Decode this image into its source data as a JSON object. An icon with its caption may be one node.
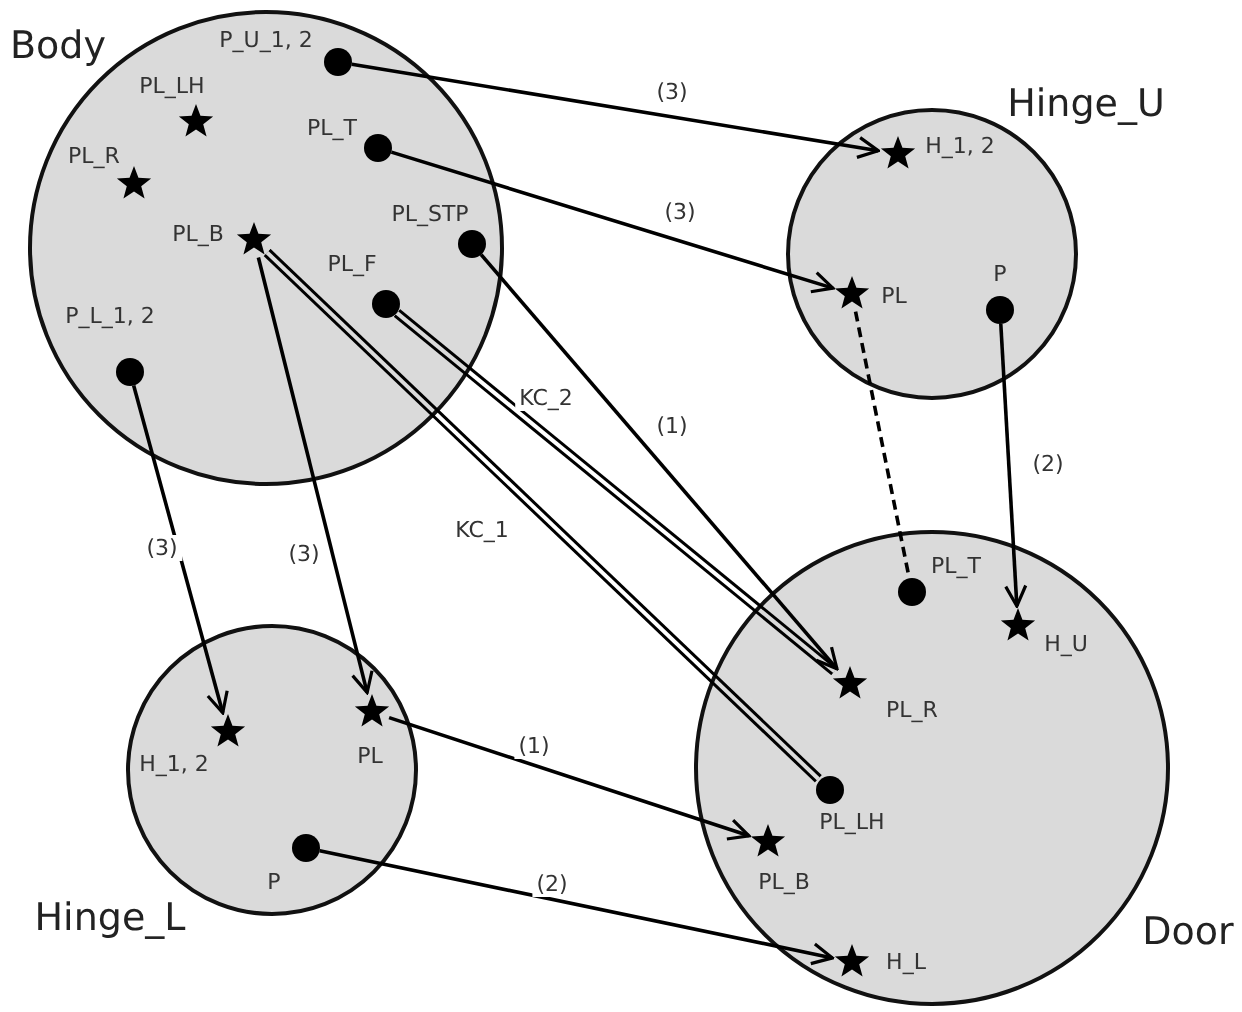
{
  "diagram": {
    "nodes": [
      {
        "text": [
          "Body"
        ]
      },
      {
        "text": [],
        "shape": "circle",
        "in": 0,
        "beside": [
          "P_U_1, 2"
        ]
      },
      {
        "text": [],
        "shape": "star",
        "in": 0,
        "beside": [
          "PL_LH"
        ]
      },
      {
        "text": [],
        "shape": "circle",
        "in": 0,
        "beside": [
          "PL_T"
        ]
      },
      {
        "text": [],
        "shape": "star",
        "in": 0,
        "beside": [
          "PL_R"
        ]
      },
      {
        "text": [],
        "shape": "star",
        "in": 0,
        "beside": [
          "PL_B"
        ]
      },
      {
        "text": [],
        "shape": "circle",
        "in": 0,
        "beside": [
          "PL_STP"
        ]
      },
      {
        "text": [],
        "shape": "circle",
        "in": 0,
        "beside": [
          "PL_F"
        ]
      },
      {
        "text": [],
        "shape": "circle",
        "in": 0,
        "beside": [
          "P_L_1, 2"
        ]
      },
      {
        "text": [
          "Hinge_U"
        ]
      },
      {
        "text": [],
        "shape": "star",
        "in": 9,
        "beside": [
          "H_1, 2"
        ]
      },
      {
        "text": [],
        "shape": "star",
        "in": 9,
        "beside": [
          "PL"
        ]
      },
      {
        "text": [],
        "shape": "circle",
        "in": 9,
        "beside": [
          "P"
        ]
      },
      {
        "text": [
          "Hinge_L"
        ]
      },
      {
        "text": [],
        "shape": "star",
        "in": 13,
        "beside": [
          "H_1, 2"
        ]
      },
      {
        "text": [],
        "shape": "star",
        "in": 13,
        "beside": [
          "PL"
        ]
      },
      {
        "text": [],
        "shape": "circle",
        "in": 13,
        "beside": [
          "P"
        ]
      },
      {
        "text": [
          "Door"
        ]
      },
      {
        "text": [],
        "shape": "circle",
        "in": 17,
        "beside": [
          "PL_T"
        ]
      },
      {
        "text": [],
        "shape": "star",
        "in": 17,
        "beside": [
          "H_U"
        ]
      },
      {
        "text": [],
        "shape": "star",
        "in": 17,
        "beside": [
          "PL_R"
        ]
      },
      {
        "text": [],
        "shape": "circle",
        "in": 17,
        "beside": [
          "PL_LH"
        ]
      },
      {
        "text": [],
        "shape": "star",
        "in": 17,
        "beside": [
          "PL_B"
        ]
      },
      {
        "text": [],
        "shape": "star",
        "in": 17,
        "beside": [
          "H_L"
        ]
      }
    ],
    "edges": [
      {
        "from": 1,
        "to": 10,
        "arrow": "to",
        "label": "(3)"
      },
      {
        "from": 3,
        "to": 11,
        "arrow": "to",
        "label": "(3)"
      },
      {
        "from": 6,
        "to": 20,
        "arrow": "to",
        "label": "(1)"
      },
      {
        "from": 7,
        "to": 20,
        "arrow": "none",
        "label": "KC_2",
        "style": "thick"
      },
      {
        "from": 5,
        "to": 21,
        "arrow": "none",
        "label": "KC_1",
        "style": "thick"
      },
      {
        "from": 5,
        "to": 15,
        "arrow": "to",
        "label": "(3)"
      },
      {
        "from": 8,
        "to": 14,
        "arrow": "to",
        "label": "(3)"
      },
      {
        "from": 11,
        "to": 18,
        "arrow": "none",
        "style": "dashed"
      },
      {
        "from": 12,
        "to": 19,
        "arrow": "to",
        "label": "(2)"
      },
      {
        "from": 15,
        "to": 22,
        "arrow": "to",
        "label": "(1)"
      },
      {
        "from": 16,
        "to": 23,
        "arrow": "to",
        "label": "(2)"
      }
    ]
  }
}
